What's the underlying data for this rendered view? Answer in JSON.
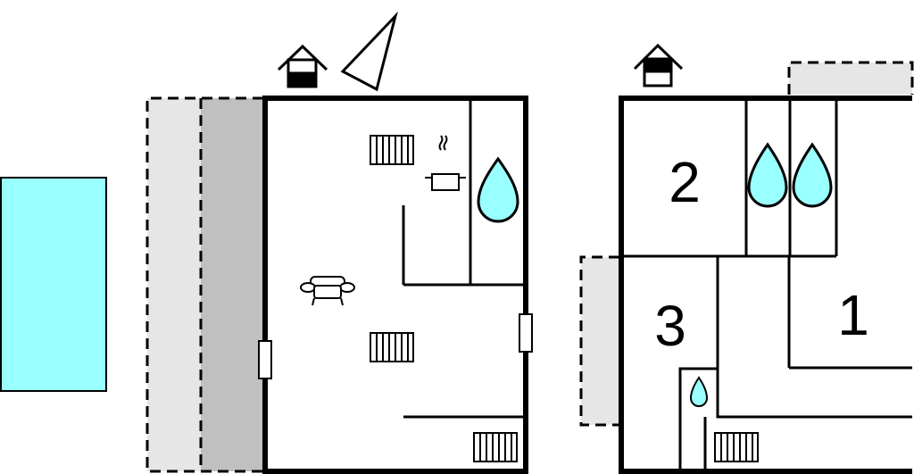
{
  "colors": {
    "wall": "#000000",
    "pool": "#99ffff",
    "water": "#99ffff",
    "terrace_light": "#e6e6e6",
    "terrace_dark": "#c0c0c0",
    "background": "#ffffff"
  },
  "icons": {
    "pool": "pool-icon",
    "floor_marker": "floor-marker-icon",
    "compass": "compass-north-icon",
    "radiator": "radiator-icon",
    "stove": "cooking-pot-icon",
    "water": "water-drop-icon",
    "sofa": "sofa-icon",
    "door": "door-icon"
  },
  "rooms": {
    "bedroom_1": "1",
    "bedroom_2": "2",
    "bedroom_3": "3"
  }
}
